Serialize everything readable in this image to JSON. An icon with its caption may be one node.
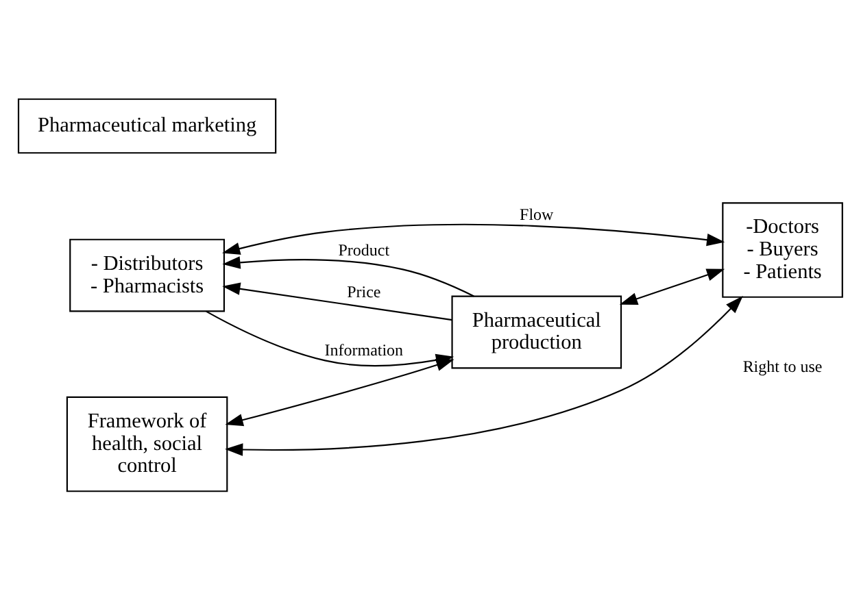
{
  "diagram": {
    "nodes": [
      {
        "text": [
          "Pharmaceutical marketing"
        ]
      },
      {
        "text": [
          "Pharmaceutical production"
        ]
      },
      {
        "text": [
          "- Distributors",
          "- Pharmacists"
        ]
      },
      {
        "text": [
          "-Doctors",
          "- Buyers",
          "- Patients"
        ]
      },
      {
        "text": [
          "Framework of health, social control"
        ]
      }
    ],
    "edges": [
      {
        "from": 1,
        "to": 3,
        "arrow": "both"
      },
      {
        "from": 1,
        "to": 2,
        "arrow": "to",
        "label": "Product"
      },
      {
        "from": 2,
        "to": 1,
        "arrow": "to",
        "label": "Information"
      },
      {
        "from": 1,
        "to": 2,
        "arrow": "to",
        "label": "Price"
      },
      {
        "from": 2,
        "to": 3,
        "arrow": "both",
        "label": "Flow"
      },
      {
        "from": 1,
        "to": 4,
        "arrow": "both"
      },
      {
        "from": 4,
        "to": 3,
        "arrow": "both"
      }
    ],
    "labels": [
      "Right to use"
    ]
  }
}
